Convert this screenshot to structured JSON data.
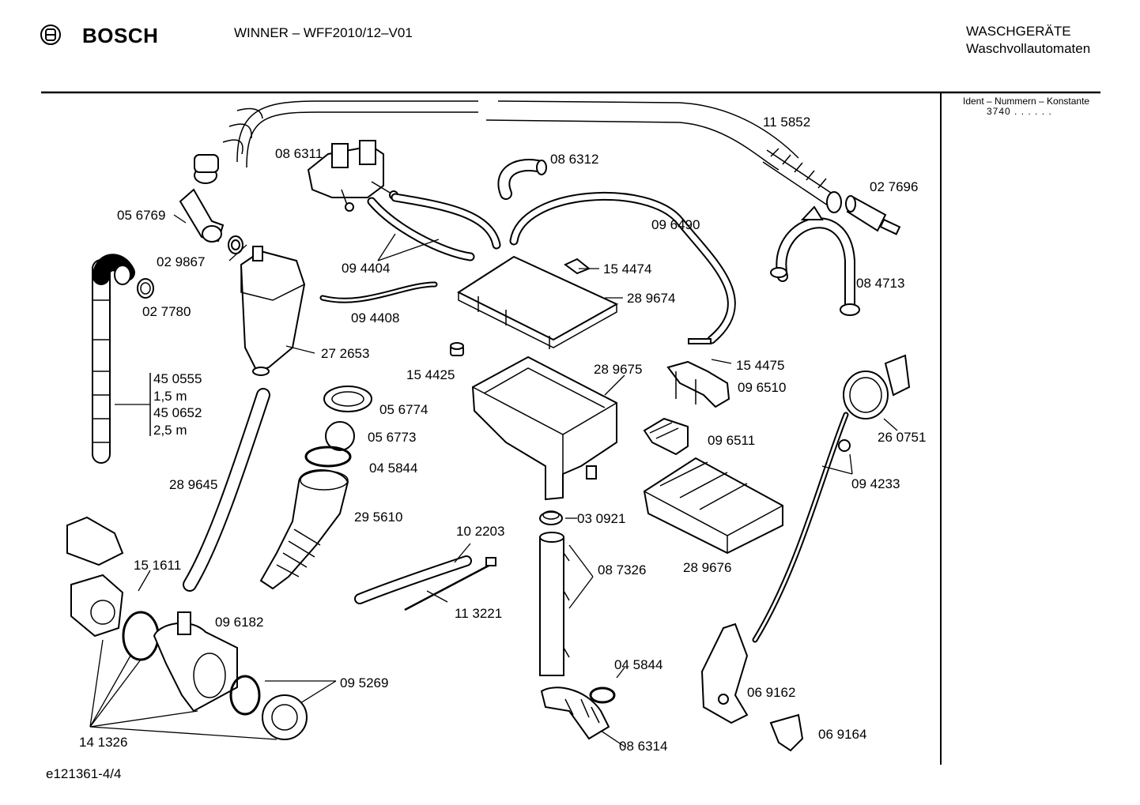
{
  "header": {
    "brand": "BOSCH",
    "model": "WINNER – WFF2010/12–V01",
    "category": "WASCHGERÄTE",
    "subcategory": "Waschvollautomaten"
  },
  "side_panel": {
    "ident_label": "Ident – Nummern – Konstante",
    "ident_value": "3740  . .    . . . ."
  },
  "footer": {
    "doc_id": "e121361-4/4"
  },
  "part_labels": [
    "11 5852",
    "08 6311",
    "08 6312",
    "02 7696",
    "05 6769",
    "09 6490",
    "02 9867",
    "09 4404",
    "15 4474",
    "08 4713",
    "02 7780",
    "28 9674",
    "09 4408",
    "27 2653",
    "15 4425",
    "15 4475",
    "28 9675",
    "09 6510",
    "45 0555",
    "1,5 m",
    "45 0652",
    "2,5 m",
    "05 6774",
    "26 0751",
    "05 6773",
    "09 6511",
    "04 5844",
    "09 4233",
    "28 9645",
    "29 5610",
    "10 2203",
    "03 0921",
    "15 1611",
    "08 7326",
    "28 9676",
    "11 3221",
    "09 6182",
    "04 5844",
    "09 5269",
    "06 9162",
    "14 1326",
    "08 6314",
    "06 9164"
  ]
}
